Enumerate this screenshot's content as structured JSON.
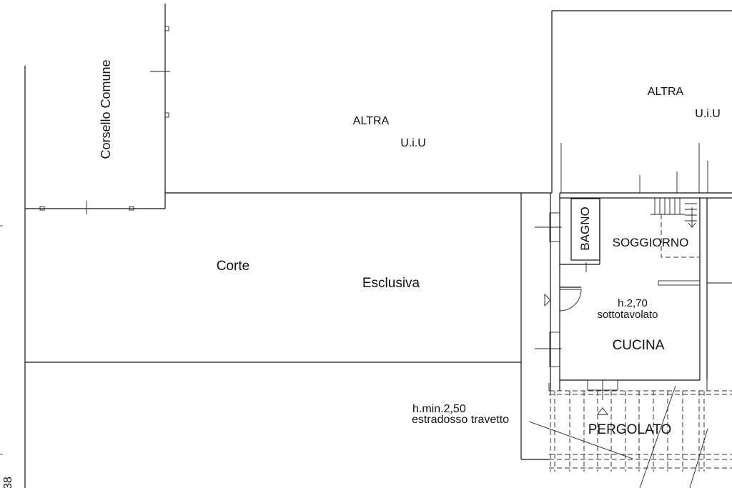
{
  "labels": {
    "corsello": "Corsello  Comune",
    "altra_left_1": "ALTRA",
    "altra_left_2": "U.i.U",
    "altra_right_1": "ALTRA",
    "altra_right_2": "U.i.U",
    "corte": "Corte",
    "esclusiva": "Esclusiva",
    "bagno": "BAGNO",
    "soggiorno": "SOGGIORNO",
    "height": "h.2,70",
    "sottotavolato": "sottotavolato",
    "cucina": "CUCINA",
    "hmin": "h.min.2,50",
    "estradosso": "estradosso travetto",
    "pergolato": "PERGOLATO",
    "edge_number": "38"
  }
}
